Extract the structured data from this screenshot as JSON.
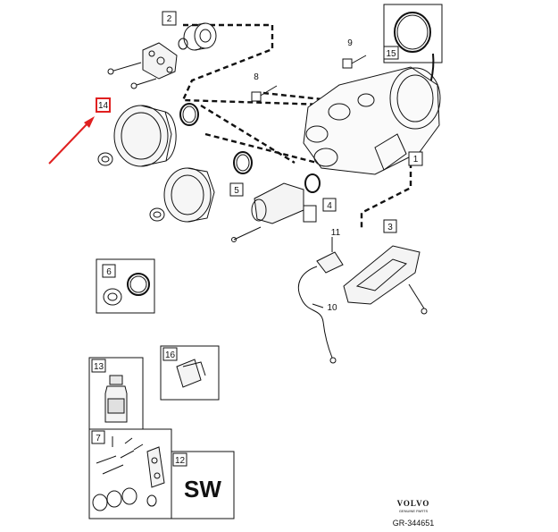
{
  "callouts": {
    "c1": "1",
    "c2": "2",
    "c3": "3",
    "c4": "4",
    "c5": "5",
    "c6": "6",
    "c7": "7",
    "c8": "8",
    "c9": "9",
    "c10": "10",
    "c11": "11",
    "c12": "12",
    "c13": "13",
    "c14": "14",
    "c15": "15",
    "c16": "16"
  },
  "kit_12_text": "SW",
  "brand": {
    "name": "VOLVO",
    "tagline": "GENUINE PARTS",
    "reference": "GR-344651"
  },
  "colors": {
    "line": "#111111",
    "highlight": "#e02020",
    "paper": "#ffffff"
  }
}
